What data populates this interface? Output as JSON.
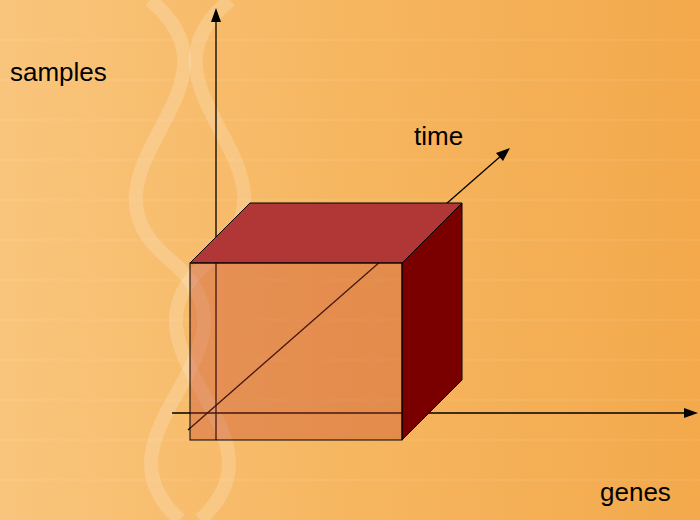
{
  "diagram": {
    "labels": [
      "samples",
      "time",
      "genes"
    ]
  }
}
